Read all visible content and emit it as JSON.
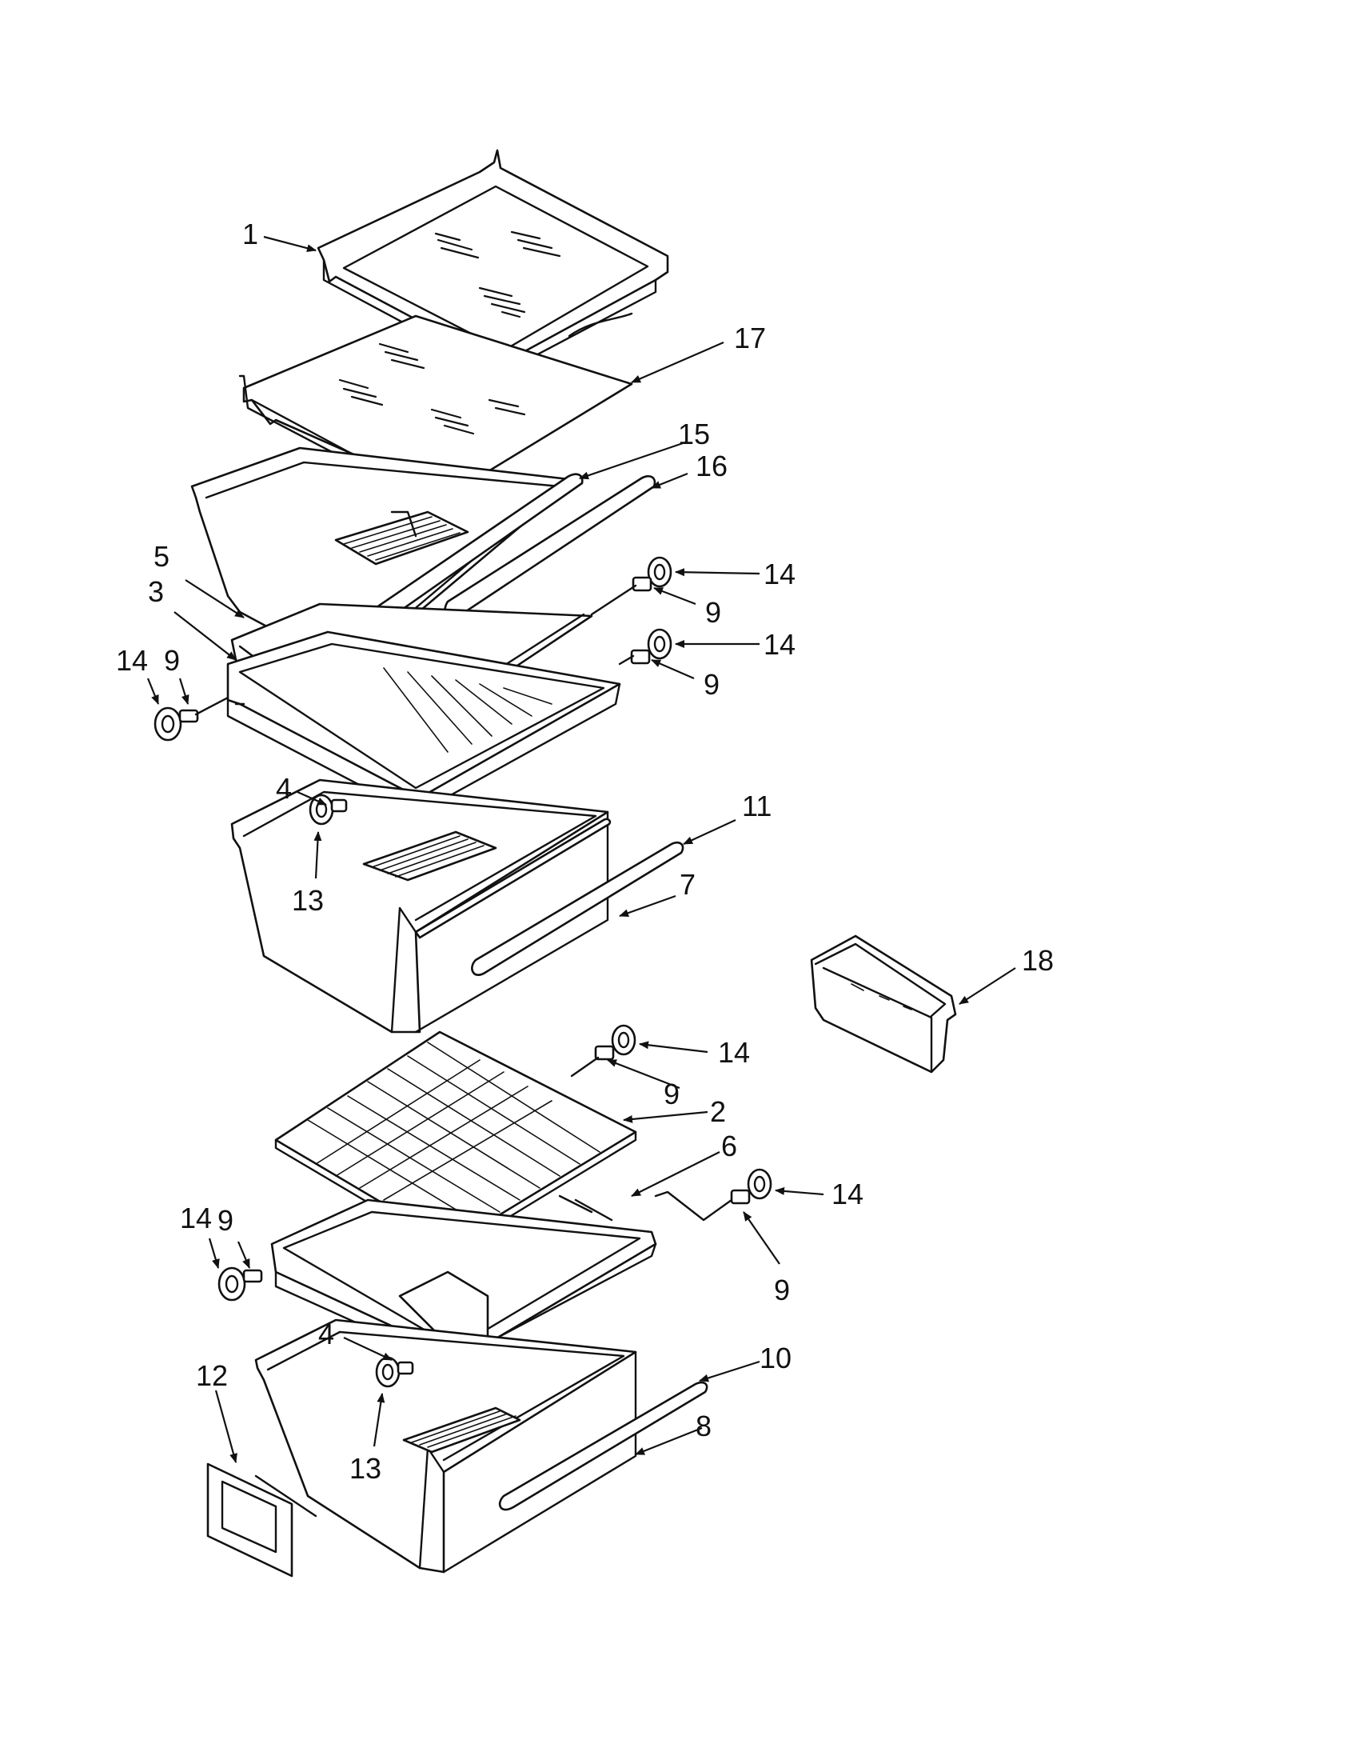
{
  "diagram": {
    "callouts": [
      {
        "id": "c1",
        "text": "1"
      },
      {
        "id": "c17",
        "text": "17"
      },
      {
        "id": "c15",
        "text": "15"
      },
      {
        "id": "c16",
        "text": "16"
      },
      {
        "id": "c5",
        "text": "5"
      },
      {
        "id": "c3",
        "text": "3"
      },
      {
        "id": "c14a",
        "text": "14"
      },
      {
        "id": "c9a",
        "text": "9"
      },
      {
        "id": "c14b",
        "text": "14"
      },
      {
        "id": "c9b",
        "text": "9"
      },
      {
        "id": "c14c",
        "text": "14"
      },
      {
        "id": "c9c",
        "text": "9"
      },
      {
        "id": "c4a",
        "text": "4"
      },
      {
        "id": "c13a",
        "text": "13"
      },
      {
        "id": "c11",
        "text": "11"
      },
      {
        "id": "c7",
        "text": "7"
      },
      {
        "id": "c18",
        "text": "18"
      },
      {
        "id": "c14d",
        "text": "14"
      },
      {
        "id": "c9d",
        "text": "9"
      },
      {
        "id": "c2",
        "text": "2"
      },
      {
        "id": "c6",
        "text": "6"
      },
      {
        "id": "c14e",
        "text": "14"
      },
      {
        "id": "c9e",
        "text": "9"
      },
      {
        "id": "c14f",
        "text": "14"
      },
      {
        "id": "c9f",
        "text": "9"
      },
      {
        "id": "c4b",
        "text": "4"
      },
      {
        "id": "c13b",
        "text": "13"
      },
      {
        "id": "c10",
        "text": "10"
      },
      {
        "id": "c12",
        "text": "12"
      },
      {
        "id": "c8",
        "text": "8"
      }
    ]
  }
}
